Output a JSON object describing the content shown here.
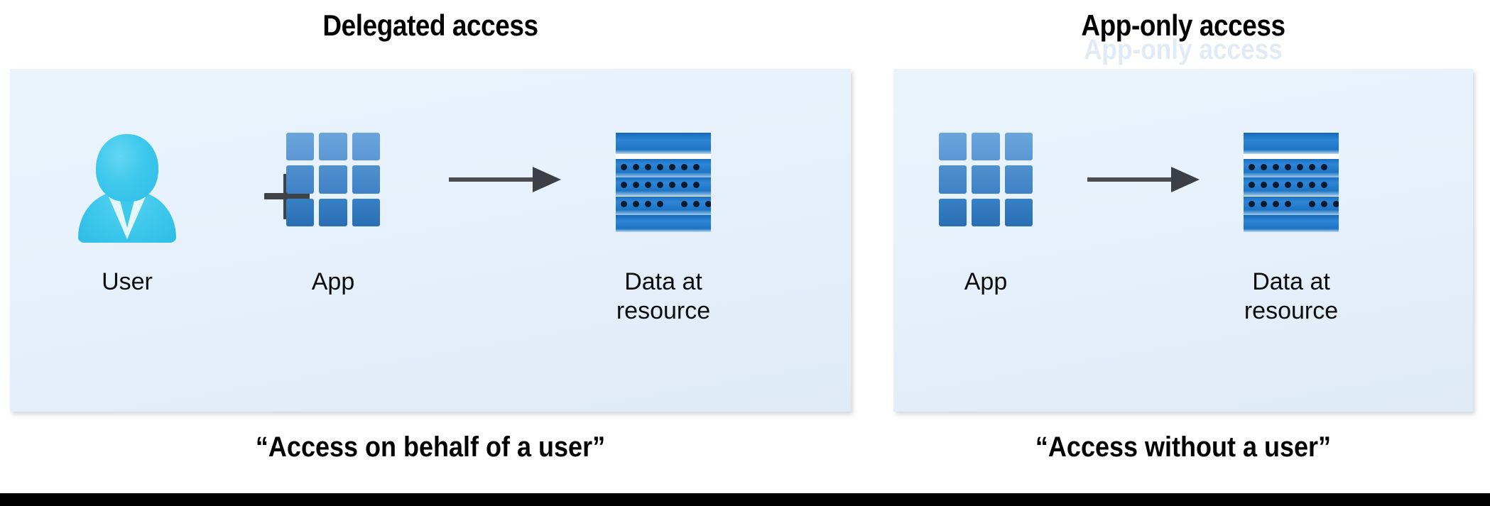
{
  "page": {
    "background_color": "#ffffff",
    "bottom_bar_color": "#000000"
  },
  "colors": {
    "panel_gradient_start": "#eaf4fd",
    "panel_gradient_end": "#dfeaf7",
    "user_icon": "#3ec8ec",
    "app_icon_light": "#6ba5dd",
    "app_icon_dark": "#2a6fb4",
    "data_icon_blue": "#2f86d6",
    "arrow": "#4a4e53",
    "heading_text": "#000000",
    "label_text": "#0d0d0d"
  },
  "panels": [
    {
      "id": "delegated-access",
      "heading": "Delegated access",
      "caption": "“Access on behalf of a user”",
      "ghost_text": "",
      "figures": [
        {
          "kind": "user",
          "label": "User"
        },
        {
          "kind": "plus",
          "label": ""
        },
        {
          "kind": "app",
          "label": "App"
        },
        {
          "kind": "arrow",
          "label": ""
        },
        {
          "kind": "data",
          "label": "Data at\nresource"
        }
      ]
    },
    {
      "id": "app-only-access",
      "heading": "App-only access",
      "caption": "“Access without a user”",
      "ghost_text": "App-only access",
      "figures": [
        {
          "kind": "app",
          "label": "App"
        },
        {
          "kind": "arrow",
          "label": ""
        },
        {
          "kind": "data",
          "label": "Data at\nresource"
        }
      ]
    }
  ],
  "icons": {
    "user": "user-avatar-icon",
    "plus": "plus-icon",
    "app": "app-grid-icon",
    "arrow": "arrow-right-icon",
    "data": "data-server-icon"
  }
}
